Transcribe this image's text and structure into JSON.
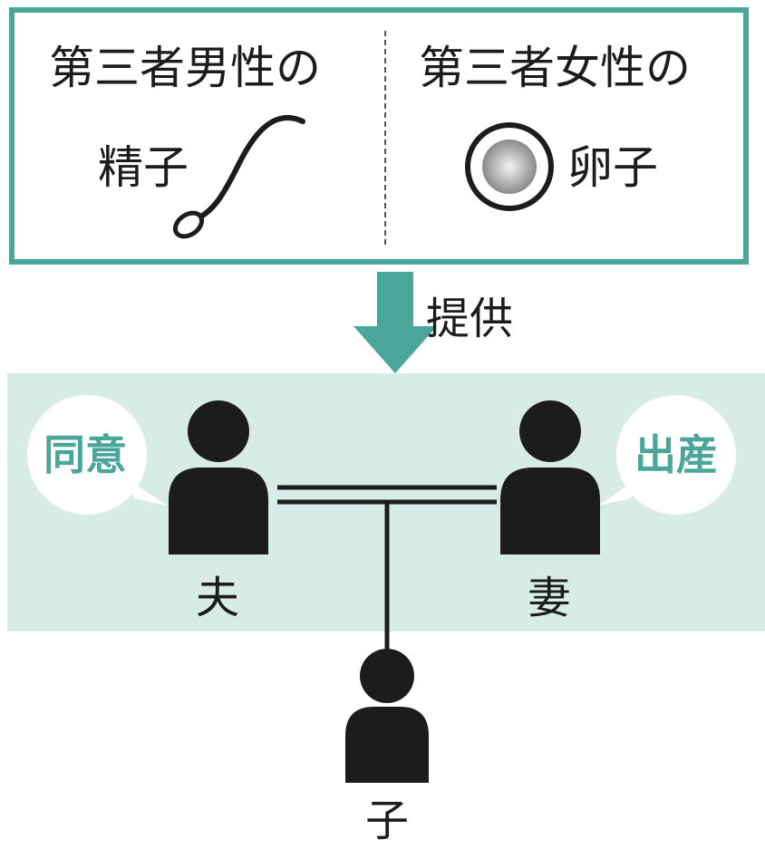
{
  "donors": {
    "male": {
      "heading": "第三者男性の",
      "item": "精子",
      "icon": "sperm-icon"
    },
    "female": {
      "heading": "第三者女性の",
      "item": "卵子",
      "icon": "egg-icon"
    }
  },
  "provide_label": "提供",
  "couple": {
    "husband": {
      "label": "夫",
      "bubble": "同意"
    },
    "wife": {
      "label": "妻",
      "bubble": "出産"
    }
  },
  "child": {
    "label": "子"
  },
  "colors": {
    "accent": "#4aa69a",
    "band": "#d8ece7",
    "figure": "#1c1c1c"
  }
}
